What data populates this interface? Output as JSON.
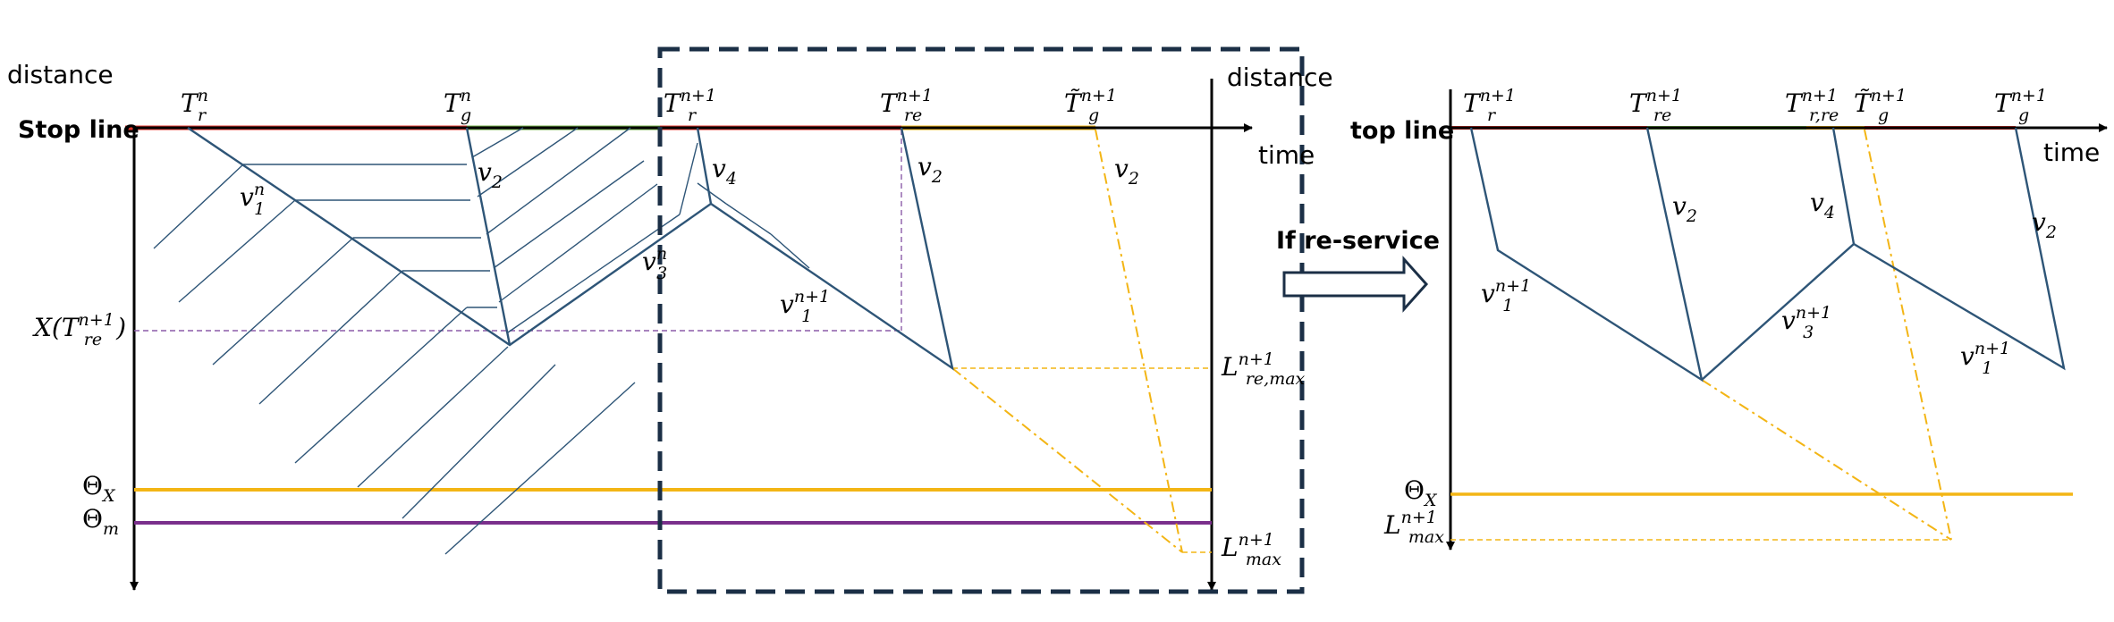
{
  "colors": {
    "red_phase": "#e0342b",
    "green_phase": "#6fac46",
    "yellow_phase": "#f3b515",
    "purple_level": "#7a2f8b",
    "trajectory": "#2e5577",
    "dashed_box": "#1b2f46",
    "purple_dash": "#8b5ca8",
    "axis": "#000000"
  },
  "left_panel": {
    "y_axis_label": "distance",
    "stop_line_label": "Stop line",
    "time_label": "time",
    "right_axis_label": "distance",
    "x_re_label": {
      "base": "X(T",
      "sub": "re",
      "sup": "n+1",
      "close": ")"
    },
    "theta_x": {
      "base": "Θ",
      "sub": "X"
    },
    "theta_m": {
      "base": "Θ",
      "sub": "m"
    },
    "times": [
      {
        "base": "T",
        "sup": "n",
        "sub": "r"
      },
      {
        "base": "T",
        "sup": "n",
        "sub": "g"
      },
      {
        "base": "T",
        "sup": "n+1",
        "sub": "r"
      },
      {
        "base": "T",
        "sup": "n+1",
        "sub": "re"
      },
      {
        "base": "T̃",
        "sup": "n+1",
        "sub": "g"
      }
    ],
    "speeds": [
      {
        "base": "v",
        "sub": "1",
        "sup": "n"
      },
      {
        "base": "v",
        "sub": "2",
        "sup": ""
      },
      {
        "base": "v",
        "sub": "4",
        "sup": ""
      },
      {
        "base": "v",
        "sub": "3",
        "sup": "n"
      },
      {
        "base": "v",
        "sub": "1",
        "sup": "n+1"
      },
      {
        "base": "v",
        "sub": "2",
        "sup": ""
      },
      {
        "base": "v",
        "sub": "2",
        "sup": ""
      }
    ],
    "l_re_max": {
      "base": "L",
      "sub": "re,max",
      "sup": "n+1"
    },
    "l_max": {
      "base": "L",
      "sub": "max",
      "sup": "n+1"
    }
  },
  "transition": {
    "label": "If re-service"
  },
  "right_panel": {
    "stop_line_label": "top line",
    "time_label": "time",
    "theta_x": {
      "base": "Θ",
      "sub": "X"
    },
    "l_max": {
      "base": "L",
      "sub": "max",
      "sup": "n+1"
    },
    "times": [
      {
        "base": "T",
        "sup": "n+1",
        "sub": "r"
      },
      {
        "base": "T",
        "sup": "n+1",
        "sub": "re"
      },
      {
        "base": "T",
        "sup": "n+1",
        "sub": "r,re"
      },
      {
        "base": "T̃",
        "sup": "n+1",
        "sub": "g"
      },
      {
        "base": "T",
        "sup": "n+1",
        "sub": "g"
      }
    ],
    "speeds": [
      {
        "base": "v",
        "sub": "1",
        "sup": "n+1"
      },
      {
        "base": "v",
        "sub": "2",
        "sup": ""
      },
      {
        "base": "v",
        "sub": "4",
        "sup": ""
      },
      {
        "base": "v",
        "sub": "3",
        "sup": "n+1"
      },
      {
        "base": "v",
        "sub": "2",
        "sup": ""
      },
      {
        "base": "v",
        "sub": "1",
        "sup": "n+1"
      }
    ]
  }
}
